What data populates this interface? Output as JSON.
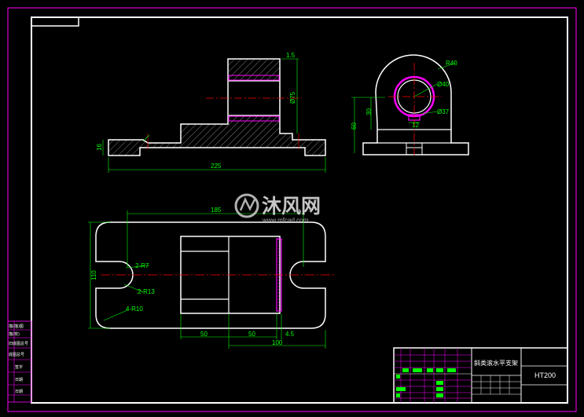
{
  "drawing": {
    "dimensions": {
      "front_length": "225",
      "front_base_height": "16",
      "flange": "1.5",
      "bore_dia": "Ø75",
      "side_radius": "R40",
      "side_inner_dia": "Ø40",
      "side_outer_dia": "Ø37",
      "side_slot": "12",
      "side_height_small": "30",
      "side_height_total": "60",
      "top_length": "185",
      "top_width": "110",
      "slot_radius": "2-R7",
      "slot_radius_2": "2-R13",
      "corner_radius": "4-R10",
      "top_dim_a": "50",
      "top_dim_b": "50",
      "top_dim_c": "4.5",
      "top_dim_total": "100"
    },
    "watermark": {
      "brand": "沐风网",
      "url": "www.mfcad.com"
    },
    "title_block": {
      "part_name": "斜类滚水平支架",
      "material": "HT200"
    },
    "side_table": [
      "描(描)图",
      "描(校)",
      "旧底图总号",
      "底图总号",
      "签字",
      "日期",
      "日期"
    ]
  },
  "colors": {
    "outline": "#ffffff",
    "dimension": "#00ff00",
    "centerline": "#ff0000",
    "section": "#ff00ff",
    "border": "#ff00ff"
  }
}
